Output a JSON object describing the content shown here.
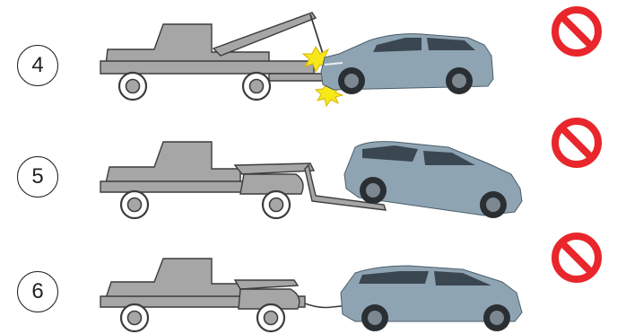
{
  "steps": [
    {
      "number": "4",
      "status_icon": "prohibited-icon"
    },
    {
      "number": "5",
      "status_icon": "prohibited-icon"
    },
    {
      "number": "6",
      "status_icon": "prohibited-icon"
    }
  ],
  "colors": {
    "truck_fill": "#a6a6a6",
    "truck_stroke": "#3c3c3c",
    "car_body": "#8fa4b3",
    "car_glass": "#3a4650",
    "prohibit_red": "#e8262b",
    "impact_yellow": "#f7e81a"
  }
}
